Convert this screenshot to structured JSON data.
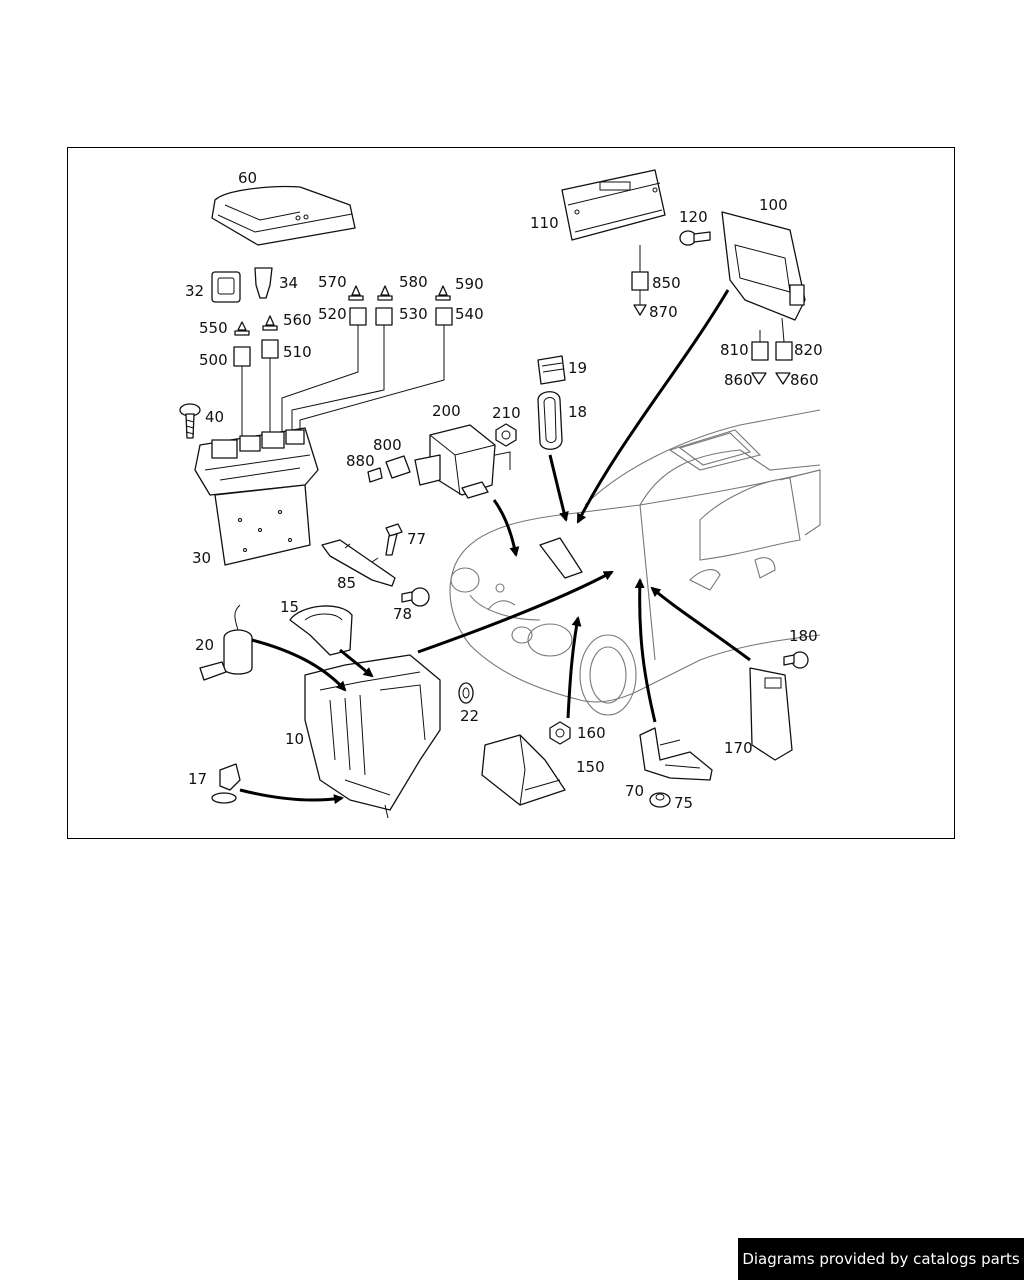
{
  "diagram": {
    "labels": {
      "p60": "60",
      "p32": "32",
      "p34": "34",
      "p570": "570",
      "p580": "580",
      "p590": "590",
      "p520": "520",
      "p530": "530",
      "p540": "540",
      "p550": "550",
      "p560": "560",
      "p500": "500",
      "p510": "510",
      "p40": "40",
      "p30": "30",
      "p110": "110",
      "p120": "120",
      "p100": "100",
      "p850": "850",
      "p870": "870",
      "p810": "810",
      "p820": "820",
      "p860a": "860",
      "p860b": "860",
      "p19": "19",
      "p18": "18",
      "p200": "200",
      "p210": "210",
      "p800": "800",
      "p880": "880",
      "p77": "77",
      "p85": "85",
      "p78": "78",
      "p15": "15",
      "p20": "20",
      "p10": "10",
      "p17": "17",
      "p22": "22",
      "p160": "160",
      "p150": "150",
      "p180": "180",
      "p170": "170",
      "p70": "70",
      "p75": "75"
    }
  },
  "footer": {
    "credit": "Diagrams provided by catalogs parts"
  }
}
